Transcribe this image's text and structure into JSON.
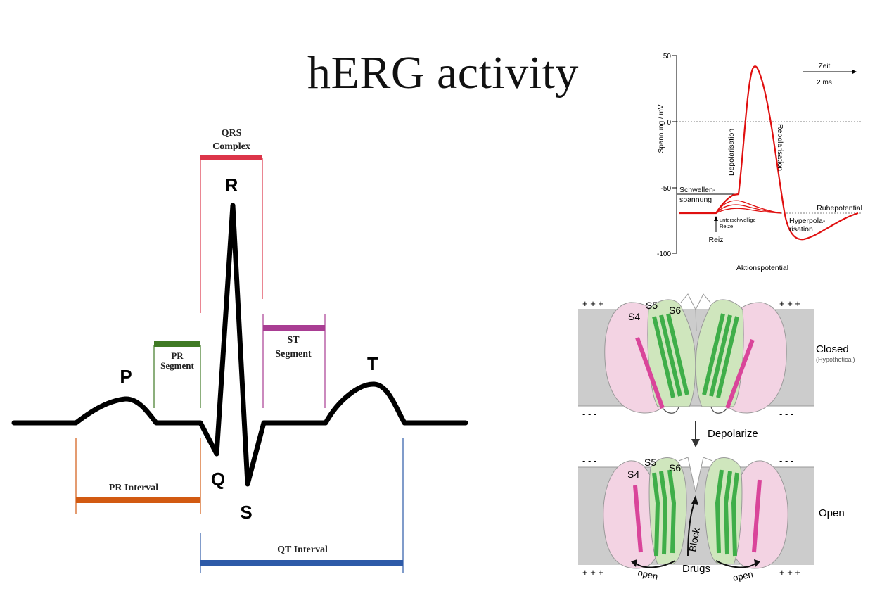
{
  "title": "hERG activity",
  "ecg": {
    "waves": {
      "p": "P",
      "q": "Q",
      "r": "R",
      "s": "S",
      "t": "T"
    },
    "qrs_complex": [
      "QRS",
      "Complex"
    ],
    "pr_segment": [
      "PR",
      "Segment"
    ],
    "st_segment": [
      "ST",
      "Segment"
    ],
    "pr_interval": "PR Interval",
    "qt_interval": "QT Interval",
    "colors": {
      "qrs": "#dc3549",
      "pr_segment": "#3f7a24",
      "st_segment": "#a93d93",
      "pr_interval": "#d25a12",
      "qt_interval": "#2d5aa8",
      "trace": "#000000"
    }
  },
  "action_potential": {
    "ylabel": "Spannung / mV",
    "yticks": [
      "50",
      "0",
      "-50",
      "-100"
    ],
    "time_scale": [
      "Zeit",
      "2 ms"
    ],
    "depolarisation": "Depolarisation",
    "repolarisation": "Repolarisation",
    "threshold": [
      "Schwellen-",
      "spannung"
    ],
    "resting": "Ruhepotential",
    "subthreshold": [
      "unterschwellige",
      "Reize"
    ],
    "stimulus": "Reiz",
    "hyperpolarisation": [
      "Hyperpola-",
      "risation"
    ],
    "caption": "Aktionspotential",
    "colors": {
      "trace": "#e01010"
    }
  },
  "channel": {
    "charges_plus": "+ + +",
    "charges_minus": "- - -",
    "s4": "S4",
    "s5": "S5",
    "s6": "S6",
    "closed": "Closed",
    "hypothetical": "(Hypothetical)",
    "depolarize": "Depolarize",
    "open_state": "Open",
    "block": "Block",
    "drugs": "Drugs",
    "open_arrow": "open",
    "colors": {
      "membrane": "#cccccc",
      "vsd": "#f3d3e3",
      "pore": "#cfe6bd",
      "helix": "#3fae49",
      "s4_helix": "#d9459a"
    }
  }
}
